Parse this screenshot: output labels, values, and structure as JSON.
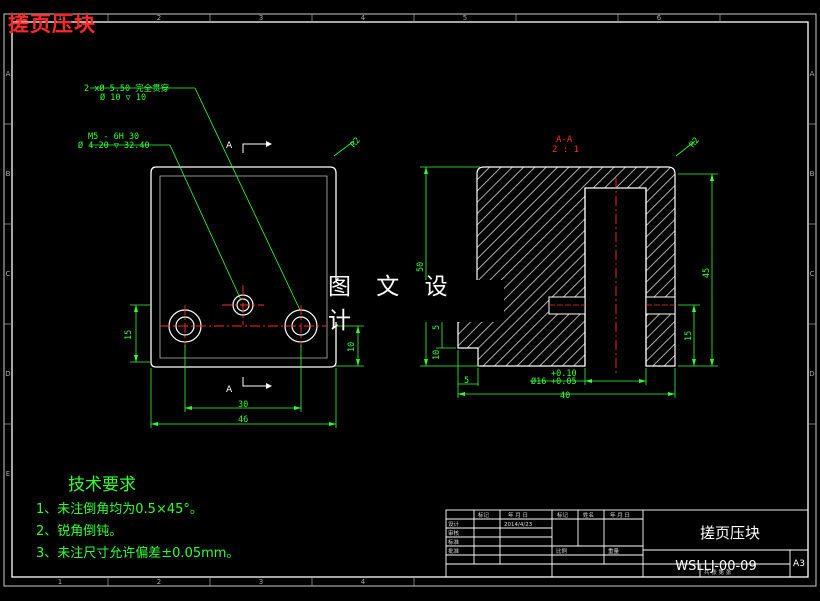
{
  "title": "搓页压块",
  "watermark": "图 文 设 计",
  "border": {
    "top_numbers": [
      "1",
      "2",
      "3",
      "4",
      "5",
      "6"
    ],
    "side_letters": [
      "A",
      "B",
      "C",
      "D",
      "E"
    ]
  },
  "front_view": {
    "hole_callout_1": [
      "2 xØ 5.50 完全贯穿",
      "Ø 10 ▽ 10"
    ],
    "hole_callout_2": [
      "M5 - 6H 30",
      "Ø 4.20 ▽ 32.40"
    ],
    "section_mark": "A",
    "radius_label": "R2",
    "dims": {
      "height": "15",
      "bottom": "10",
      "center_distance": "30",
      "width": "46"
    }
  },
  "section_view": {
    "label": "A-A",
    "scale": "2 : 1",
    "radius_label": "R2",
    "dims": {
      "height_total": "50",
      "right_height": "45",
      "right_bottom": "15",
      "left_small": "5",
      "left_bottom": "10",
      "step_width": "5",
      "bore": "Ø16",
      "tol_upper": "+0.10",
      "tol_lower": "+0.05",
      "width": "40"
    }
  },
  "notes": {
    "title": "技术要求",
    "items": [
      "1、未注倒角均为0.5×45°。",
      "2、锐角倒钝。",
      "3、未注尺寸允许偏差±0.05mm。"
    ]
  },
  "title_block": {
    "part_name": "搓页压块",
    "drawing_number": "WSLLJ-00-09",
    "sheet_size": "A3",
    "header_cells": [
      "标记",
      "年 月 日",
      "标记",
      "姓名",
      "年 月 日"
    ],
    "row_labels": [
      "设计",
      "审核",
      "标准",
      "批准"
    ],
    "date": "2014/4/23",
    "sheet_info": [
      "比例",
      "重量",
      "共 张 第 张"
    ]
  },
  "colors": {
    "background": "#000000",
    "outline": "#ffffff",
    "dimension": "#33ff33",
    "centerline": "#ff2a2a",
    "title": "#ff2a2a",
    "hatch": "#ffffff"
  }
}
